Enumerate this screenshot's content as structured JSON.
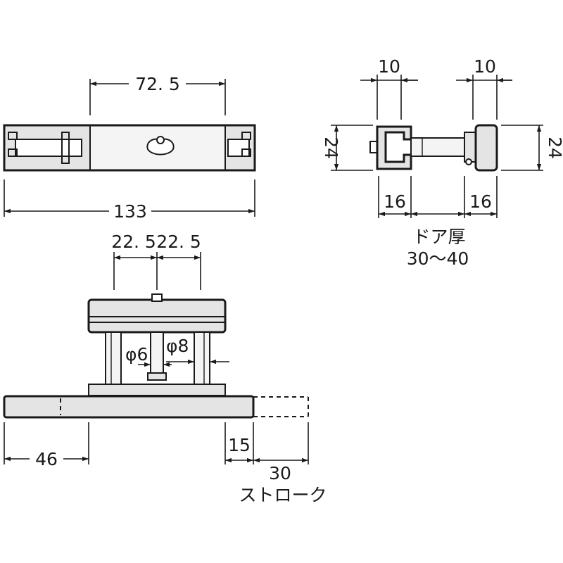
{
  "top_view": {
    "width_133": "133",
    "offset_72_5": "72. 5"
  },
  "side_view": {
    "left_width": "10",
    "right_width": "10",
    "left_height": "24",
    "right_height": "24",
    "left_depth": "16",
    "right_depth": "16",
    "door_thickness_label": "ドア厚",
    "door_thickness_range": "30～40"
  },
  "front_view": {
    "left_half": "22. 5",
    "right_half": "22. 5",
    "shaft_small_dia": "φ6",
    "shaft_large_dia": "φ8",
    "left_length": "46",
    "end_length": "15",
    "stroke_value": "30",
    "stroke_label": "ストローク"
  }
}
